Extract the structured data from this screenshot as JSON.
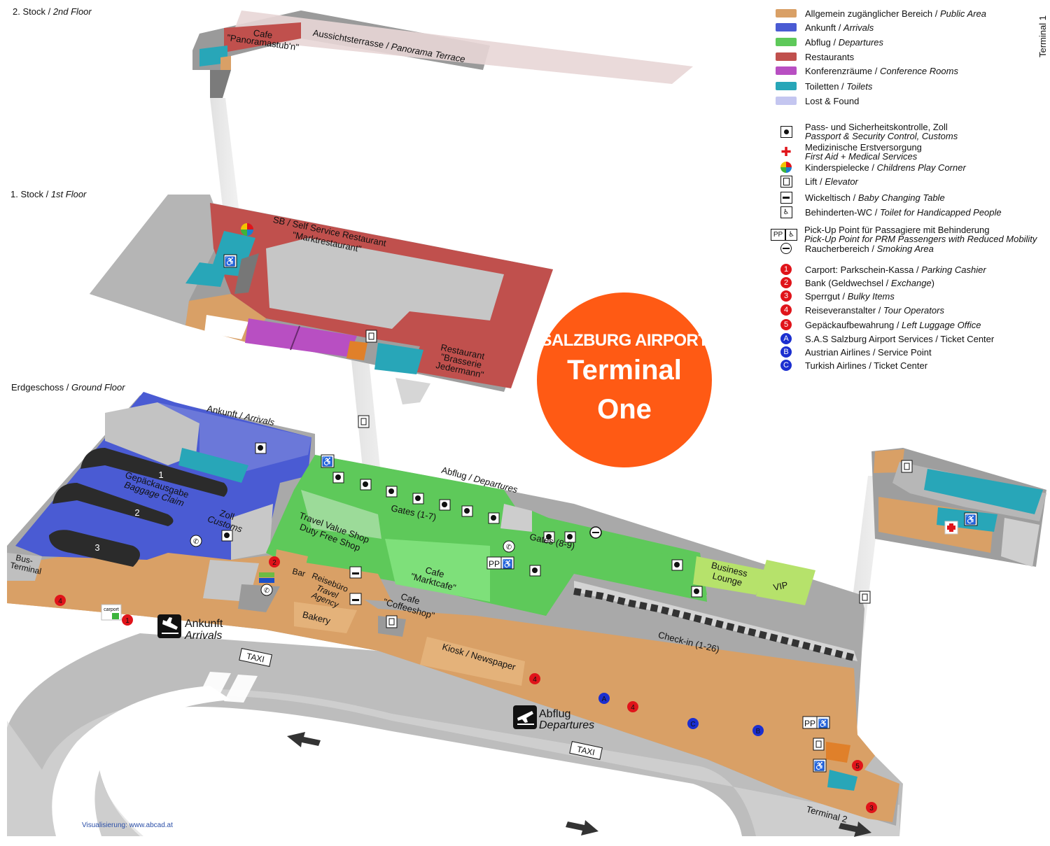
{
  "floors": {
    "second": {
      "de": "2. Stock / ",
      "en": "2nd Floor"
    },
    "first": {
      "de": "1. Stock / ",
      "en": "1st Floor"
    },
    "ground": {
      "de": "Erdgeschoss / ",
      "en": "Ground Floor"
    }
  },
  "legend": {
    "areas": [
      {
        "de": "Allgemein zugänglicher Bereich / ",
        "en": "Public Area",
        "color": "#d9a066"
      },
      {
        "de": "Ankunft / ",
        "en": "Arrivals",
        "color": "#4a5bd3"
      },
      {
        "de": "Abflug / ",
        "en": "Departures",
        "color": "#5ec95a"
      },
      {
        "de": "Restaurants",
        "en": "",
        "color": "#c0504d"
      },
      {
        "de": "Konferenzräume / ",
        "en": "Conference Rooms",
        "color": "#b84fc2"
      },
      {
        "de": "Toiletten / ",
        "en": "Toilets",
        "color": "#28a6b8"
      },
      {
        "de": "Lost & Found",
        "en": "",
        "color": "#c4c6f0"
      }
    ],
    "symbols": [
      {
        "icon": "security-dot-icon",
        "de": "Pass- und Sicherheitskontrolle, Zoll",
        "en": "Passport & Security Control, Customs"
      },
      {
        "icon": "first-aid-icon",
        "de": "Medizinische Erstversorgung",
        "en": "First Aid + Medical Services"
      },
      {
        "icon": "play-corner-icon",
        "de": "Kinderspielecke / ",
        "en": "Childrens Play Corner"
      },
      {
        "icon": "elevator-icon",
        "de": "Lift / ",
        "en": "Elevator"
      },
      {
        "icon": "baby-changing-icon",
        "de": "Wickeltisch / ",
        "en": "Baby Changing Table"
      },
      {
        "icon": "wheelchair-icon",
        "de": "Behinderten-WC / ",
        "en": "Toilet for Handicapped People"
      },
      {
        "icon": "prm-pickup-icon",
        "de": "Pick-Up Point für Passagiere mit Behinderung",
        "en": "Pick-Up Point for PRM Passengers with Reduced Mobility"
      },
      {
        "icon": "smoking-area-icon",
        "de": "Raucherbereich / ",
        "en": "Smoking Area"
      }
    ],
    "numbered": [
      {
        "mark": "1",
        "color": "red",
        "de": "Carport: Parkschein-Kassa / ",
        "en": "Parking Cashier",
        "tail": ""
      },
      {
        "mark": "2",
        "color": "red",
        "de": "Bank (Geldwechsel / ",
        "en": "Exchange",
        "tail": ")"
      },
      {
        "mark": "3",
        "color": "red",
        "de": "Sperrgut / ",
        "en": "Bulky Items",
        "tail": ""
      },
      {
        "mark": "4",
        "color": "red",
        "de": "Reiseveranstalter / ",
        "en": "Tour Operators",
        "tail": ""
      },
      {
        "mark": "5",
        "color": "red",
        "de": "Gepäckaufbewahrung / ",
        "en": "Left Luggage Office",
        "tail": ""
      },
      {
        "mark": "A",
        "color": "blue",
        "de": "S.A.S Salzburg Airport Services / Ticket Center",
        "en": "",
        "tail": ""
      },
      {
        "mark": "B",
        "color": "blue",
        "de": "Austrian Airlines / Service Point",
        "en": "",
        "tail": ""
      },
      {
        "mark": "C",
        "color": "blue",
        "de": "Turkish Airlines / Ticket Center",
        "en": "",
        "tail": ""
      }
    ]
  },
  "badge": {
    "line1": "SALZBURG AIRPORT",
    "line2": "Terminal",
    "line3": "One",
    "color": "#ff5a14"
  },
  "labels": {
    "cafe_panorama": "Cafe",
    "cafe_panorama_name": "\"Panoramastub'n\"",
    "terrace": "Aussichtsterrasse / ",
    "terrace_en": "Panorama Terrace",
    "sb_restaurant": "SB / ",
    "sb_restaurant_en": "Self Service Restaurant",
    "sb_restaurant_name": "\"Marktrestaurant\"",
    "brasserie": "Restaurant",
    "brasserie_name1": "\"Brasserie",
    "brasserie_name2": "Jedermann\"",
    "arrivals_hall": "Ankunft / ",
    "arrivals_hall_en": "Arrivals",
    "baggage_de": "Gepäckausgabe",
    "baggage_en": "Baggage Claim",
    "belt1": "1",
    "belt2": "2",
    "belt3": "3",
    "zoll": "Zoll",
    "customs": "Customs",
    "departures_hall": "Abflug / ",
    "departures_hall_en": "Departures",
    "gates_1_7": "Gates (1-7)",
    "gates_8_9": "Gates (8-9)",
    "duty_free1": "Travel Value Shop",
    "duty_free2": "Duty Free Shop",
    "cafe_markt": "Cafe",
    "cafe_markt_name": "\"Marktcafe\"",
    "business": "Business",
    "lounge": "Lounge",
    "vip": "VIP",
    "bus_terminal1": "Bus-",
    "bus_terminal2": "Terminal",
    "bar": "Bar",
    "reiseburo1": "Reisebüro",
    "reiseburo2": "Travel",
    "reiseburo3": "Agency",
    "cafe_coffee": "Cafe",
    "cafe_coffee_name": "\"Coffeeshop\"",
    "bakery": "Bakery",
    "kiosk": "Kiosk / Newspaper",
    "checkin": "Check-in (1-26)",
    "arrivals_de": "Ankunft",
    "arrivals_en": "Arrivals",
    "departures_de": "Abflug",
    "departures_en": "Departures",
    "taxi": "TAXI",
    "terminal2": "Terminal 2",
    "carport": "carport",
    "pp": "PP"
  },
  "vertical_label": "Terminal 1",
  "credit": "Visualisierung: www.abcad.at"
}
